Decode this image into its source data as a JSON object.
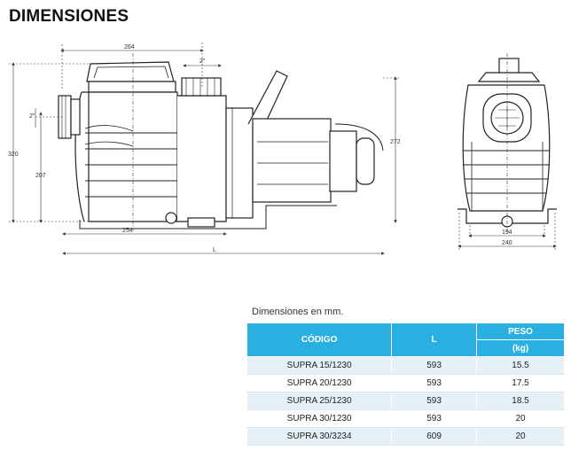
{
  "header": {
    "title": "DIMENSIONES"
  },
  "drawing": {
    "side_view_dims": {
      "overall_length_top": "264",
      "inlet_offset": "2\"",
      "outlet_offset": "2\"",
      "total_height": "320",
      "inlet_height": "207",
      "base_length": "254",
      "overall_length": "L",
      "motor_height": "272"
    },
    "front_view_dims": {
      "base_inner": "194",
      "base_outer": "240"
    }
  },
  "table": {
    "caption": "Dimensiones en mm.",
    "headers": {
      "code": "CÓDIGO",
      "length": "L",
      "weight": "PESO",
      "weight_unit": "(kg)"
    },
    "rows": [
      {
        "code": "SUPRA 15/1230",
        "length": "593",
        "weight": "15.5"
      },
      {
        "code": "SUPRA 20/1230",
        "length": "593",
        "weight": "17.5"
      },
      {
        "code": "SUPRA 25/1230",
        "length": "593",
        "weight": "18.5"
      },
      {
        "code": "SUPRA 30/1230",
        "length": "593",
        "weight": "20"
      },
      {
        "code": "SUPRA 30/3234",
        "length": "609",
        "weight": "20"
      }
    ]
  }
}
